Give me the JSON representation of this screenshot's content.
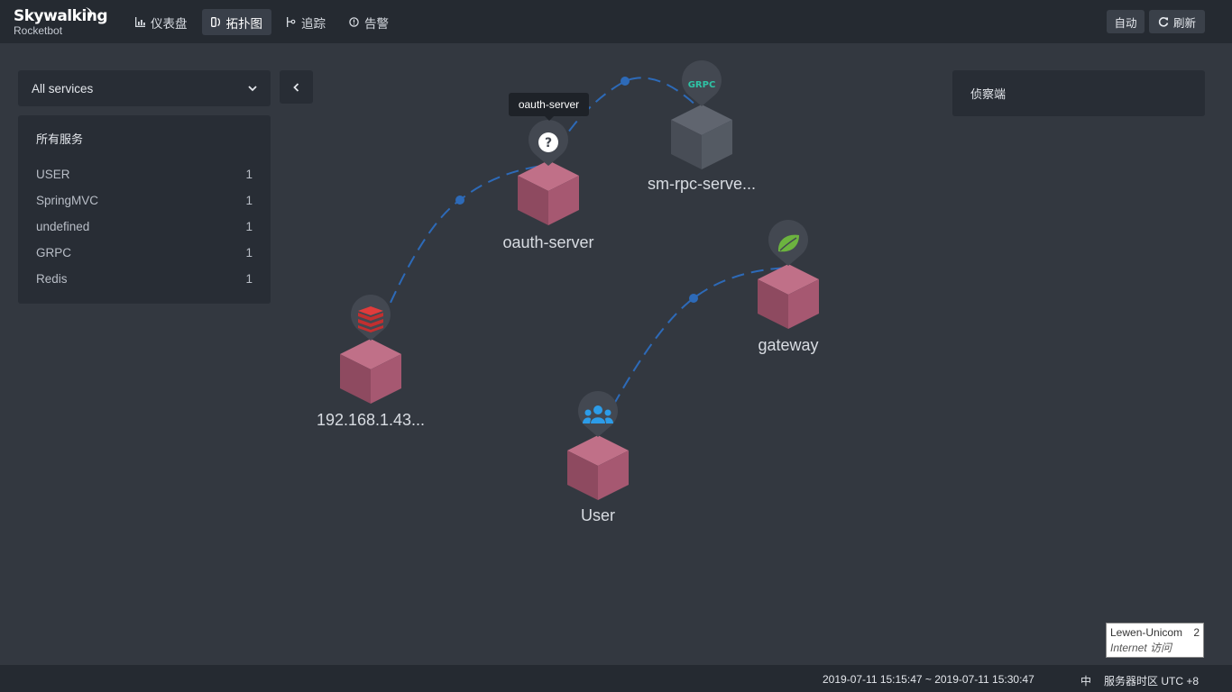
{
  "app": {
    "logo_main": "Skywalking",
    "logo_sub": "Rocketbot"
  },
  "nav": [
    {
      "label": "仪表盘",
      "icon": "bar-chart-icon"
    },
    {
      "label": "拓扑图",
      "icon": "topology-icon",
      "active": true
    },
    {
      "label": "追踪",
      "icon": "trace-icon"
    },
    {
      "label": "告警",
      "icon": "alarm-icon"
    }
  ],
  "header_buttons": {
    "auto_label": "自动",
    "refresh_label": "刷新"
  },
  "service_select": {
    "value": "All services"
  },
  "services_panel": {
    "title": "所有服务",
    "items": [
      {
        "name": "USER",
        "count": "1"
      },
      {
        "name": "SpringMVC",
        "count": "1"
      },
      {
        "name": "undefined",
        "count": "1"
      },
      {
        "name": "GRPC",
        "count": "1"
      },
      {
        "name": "Redis",
        "count": "1"
      }
    ]
  },
  "right_panel": {
    "title": "侦察端"
  },
  "topology": {
    "tooltip": "oauth-server",
    "nodes": [
      {
        "label": "oauth-server",
        "icon": "question-icon"
      },
      {
        "label": "sm-rpc-serve...",
        "icon": "grpc-icon"
      },
      {
        "label": "gateway",
        "icon": "spring-leaf-icon"
      },
      {
        "label": "192.168.1.43...",
        "icon": "redis-icon"
      },
      {
        "label": "User",
        "icon": "users-icon"
      }
    ],
    "grpc_text": "GRPC",
    "colors": {
      "node_pink": "#a65871",
      "node_gray": "#4e535d",
      "edge": "#2d6ab8"
    }
  },
  "footer": {
    "time_range": "2019-07-11 15:15:47 ~ 2019-07-11 15:30:47",
    "lang": "中",
    "timezone": "服务器时区 UTC +8"
  },
  "ime": {
    "line1": "Lewen-Unicom",
    "line1_num": "2",
    "line2": "Internet 访问"
  }
}
